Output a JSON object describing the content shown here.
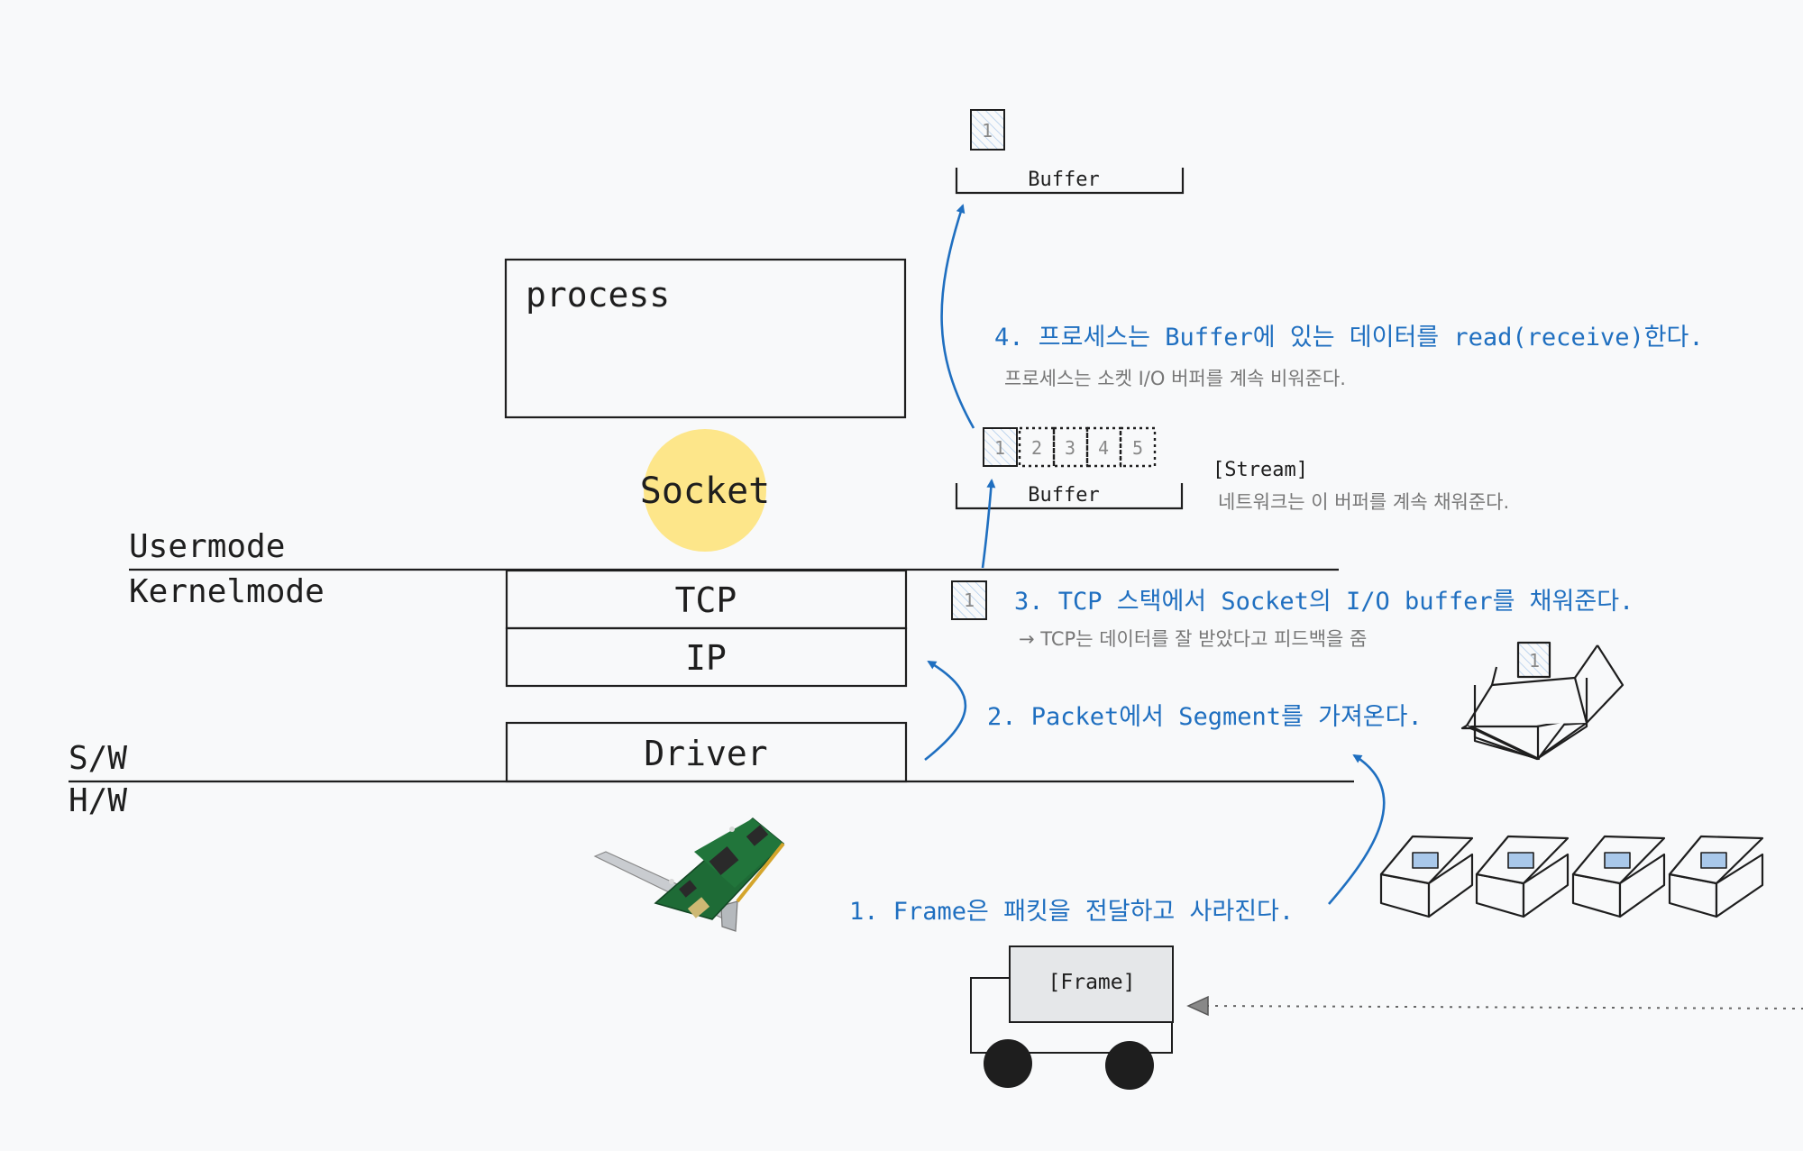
{
  "labels": {
    "usermode": "Usermode",
    "kernelmode": "Kernelmode",
    "sw": "S/W",
    "hw": "H/W",
    "process": "process",
    "socket": "Socket",
    "tcp": "TCP",
    "ip": "IP",
    "driver": "Driver",
    "buffer_top": "Buffer",
    "buffer_mid": "Buffer",
    "frame": "[Frame]",
    "stream": "[Stream]"
  },
  "segments": {
    "top": "1",
    "stream": [
      "1",
      "2",
      "3",
      "4",
      "5"
    ],
    "tcp": "1",
    "box": "1"
  },
  "steps": {
    "step4": "4. 프로세스는 Buffer에 있는 데이터를 read(receive)한다.",
    "step4_note": "프로세스는 소켓 I/O 버퍼를 계속 비워준다.",
    "stream_note": "네트워크는 이 버퍼를 계속 채워준다.",
    "step3": "3. TCP 스택에서 Socket의 I/O buffer를 채워준다.",
    "step3_note": "→ TCP는 데이터를 잘 받았다고 피드백을 줌",
    "step2": "2. Packet에서 Segment를 가져온다.",
    "step1": "1. Frame은 패킷을 전달하고 사라진다."
  },
  "colors": {
    "accent": "#1f6fc0",
    "socket_highlight": "#fde68a",
    "ink": "#1e1e1e",
    "note": "#777777",
    "nic_board": "#1e6b36"
  },
  "icons": {
    "nic": "network-card-icon",
    "truck": "truck-icon",
    "open_box": "open-box-icon",
    "closed_box": "closed-box-icon"
  }
}
